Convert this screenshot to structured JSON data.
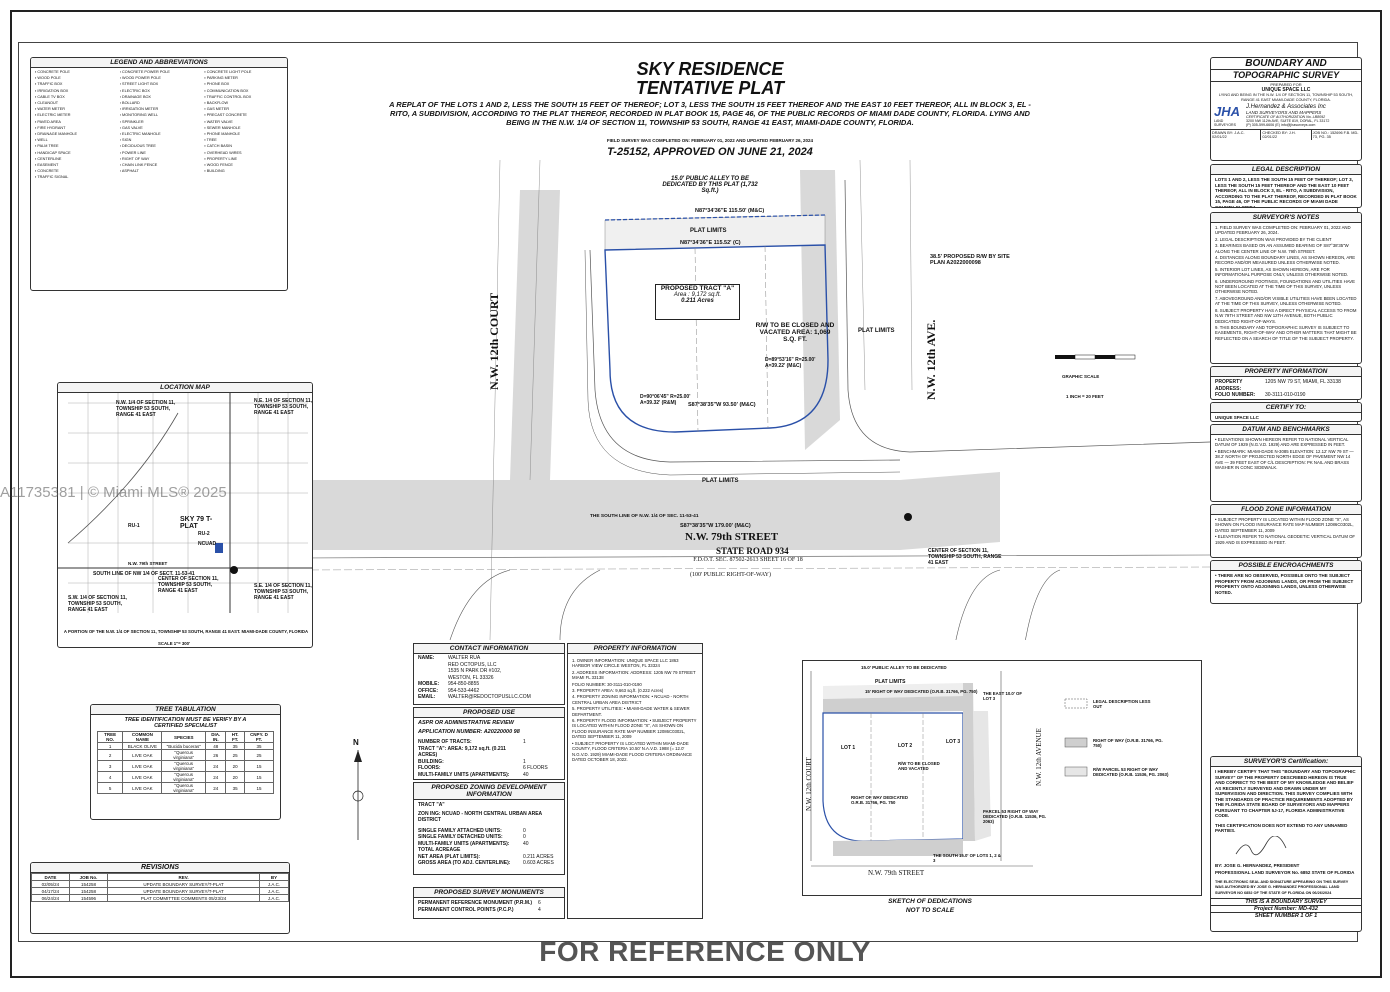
{
  "watermark": "A11735381 | © Miami MLS® 2025",
  "footer": "FOR REFERENCE ONLY",
  "title": {
    "main1": "SKY RESIDENCE",
    "main2": "TENTATIVE PLAT",
    "sub": "A REPLAT OF THE LOTS 1 AND 2, LESS THE SOUTH 15 FEET OF THEREOF; LOT 3, LESS THE SOUTH 15 FEET THEREOF AND THE EAST 10 FEET THEREOF, ALL IN BLOCK 3, EL - RITO, A SUBDIVISION, ACCORDING TO THE PLAT THEREOF, RECORDED IN PLAT BOOK 15, PAGE 46, OF THE PUBLIC RECORDS OF MIAMI DADE COUNTY, FLORIDA. LYING AND BEING IN THE N.W. 1/4 OF SECTION 11, TOWNSHIP 53 SOUTH, RANGE 41 EAST, MIAMI-DADE COUNTY, FLORIDA.",
    "survey_note": "FIELD SURVEY WAS COMPLETED ON: FEBRUARY 01, 2022 AND UPDATED FEBRUARY 26, 2024",
    "approval": "T-25152, APPROVED ON JUNE 21, 2024"
  },
  "legend": {
    "header": "LEGEND AND ABBREVIATIONS",
    "items": [
      "CONCRETE POLE",
      "CONCRETE POWER POLE",
      "CONCRETE LIGHT POLE",
      "WOOD POLE",
      "WOOD POWER POLE",
      "PARKING METER",
      "TRAFFIC BOX",
      "STREET LIGHT BOX",
      "PHONE BOX",
      "IRRIGATION BOX",
      "ELECTRIC BOX",
      "COMMUNICATION BOX",
      "CABLE TV BOX",
      "DRAINAGE BOX",
      "TRAFFIC CONTROL BOX",
      "CLEANOUT",
      "BOLLARD",
      "BACKFLOW",
      "WATER METER",
      "IRRIGATION METER",
      "GAS METER",
      "ELECTRIC METER",
      "MONITORING WELL",
      "PRECAST CONCRETE",
      "PAVED AREA",
      "SPRINKLER",
      "WATER VALVE",
      "FIRE HYDRANT",
      "GAS VALVE",
      "SEWER MANHOLE",
      "DRAINAGE MANHOLE",
      "ELECTRIC MANHOLE",
      "PHONE MANHOLE",
      "WELL",
      "SIGN",
      "TREE",
      "PALM TREE",
      "DECIDUOUS TREE",
      "CATCH BASIN",
      "HANDICAP SPACE",
      "POWER LINE",
      "OVERHEAD WIRES",
      "CENTERLINE",
      "RIGHT OF WAY",
      "PROPERTY LINE",
      "EASEMENT",
      "CHAIN LINK FENCE",
      "WOOD FENCE",
      "CONCRETE",
      "ASPHALT",
      "BUILDING",
      "TRAFFIC SIGNAL"
    ]
  },
  "location_map": {
    "header": "LOCATION MAP",
    "labels": {
      "site": "SKY 79 T-PLAT",
      "ne": "N.E. 1/4 OF SECTION 11, TOWNSHIP 53 SOUTH, RANGE 41 EAST",
      "nw": "N.W. 1/4 OF SECTION 11, TOWNSHIP 53 SOUTH, RANGE 41 EAST",
      "sw": "S.W. 1/4 OF SECTION 11, TOWNSHIP 53 SOUTH, RANGE 41 EAST",
      "se": "S.E. 1/4 OF SECTION 11, TOWNSHIP 53 SOUTH, RANGE 41 EAST",
      "center": "CENTER OF SECTION 11, TOWNSHIP 53 SOUTH, RANGE 41 EAST",
      "south_line": "SOUTH LINE OF NW 1/4 OF SECT. 11-53-41",
      "nw79": "N.W. 79th STREET",
      "nuad": "NCUAD",
      "ru1": "RU-1",
      "ru2": "RU-2"
    },
    "caption": "A PORTION OF THE N.W. 1/4 OF SECTION 11, TOWNSHIP 53 SOUTH, RANGE 41 EAST. MIAMI-DADE COUNTY, FLORIDA",
    "scale": "SCALE 1\"= 300'"
  },
  "tree_tab": {
    "header": "TREE TABULATION",
    "note": "TREE IDENTIFICATION MUST BE VERIFY BY A CERTIFIED SPECIALIST",
    "cols": [
      "TREE NO.",
      "COMMON NAME",
      "SPECIES",
      "DIA. IN.",
      "HT. FT.",
      "CNPY. D FT."
    ],
    "rows": [
      [
        "1",
        "BLACK OLIVE",
        "\"Bucida buceras\"",
        "48",
        "35",
        "35"
      ],
      [
        "2",
        "LIVE OAK",
        "\"Quercus virginiana\"",
        "26",
        "25",
        "25"
      ],
      [
        "3",
        "LIVE OAK",
        "\"Quercus virginiana\"",
        "24",
        "20",
        "15"
      ],
      [
        "4",
        "LIVE OAK",
        "\"Quercus virginiana\"",
        "24",
        "20",
        "15"
      ],
      [
        "5",
        "LIVE OAK",
        "\"Quercus virginiana\"",
        "24",
        "35",
        "15"
      ]
    ]
  },
  "revisions": {
    "header": "REVISIONS",
    "cols": [
      "DATE",
      "JOB No.",
      "REV.",
      "BY"
    ],
    "rows": [
      [
        "02/05/24",
        "154258",
        "UPDATE BOUNDARY SURVEY/T-PLAT",
        "J.A.C."
      ],
      [
        "04/17/24",
        "154258",
        "UPDATE BOUNDARY SURVEY/T-PLAT",
        "J.A.C."
      ],
      [
        "06/24/24",
        "154596",
        "PLAT COMMITTEE COMMENTS 05/23/24",
        "J.A.C."
      ]
    ]
  },
  "contact": {
    "header": "CONTACT INFORMATION",
    "rows": [
      [
        "NAME:",
        "WALTER RUA"
      ],
      [
        "",
        "RED OCTOPUS, LLC"
      ],
      [
        "",
        "1535 N PARK DR #102,"
      ],
      [
        "",
        "WESTON, FL 33326"
      ],
      [
        "MOBILE:",
        "954-850-8855"
      ],
      [
        "OFFICE:",
        "954-533-4462"
      ],
      [
        "EMAIL:",
        "WALTER@REDOCTOPUSLLC.COM"
      ]
    ]
  },
  "proposed_use": {
    "header": "PROPOSED USE",
    "lines": [
      "ASPR OR ADMINISTRATIVE REVIEW",
      "APPLICATION NUMBER: A20220000 98"
    ],
    "rows": [
      [
        "NUMBER OF TRACTS:",
        "1"
      ],
      [
        "TRACT \"A\": AREA: 9,172 sq.ft. (0.211 ACRES)",
        ""
      ],
      [
        "BUILDING:",
        "1"
      ],
      [
        "FLOORS:",
        "6 FLOORS"
      ],
      [
        "MULTI-FAMILY UNITS (APARTMENTS):",
        "40"
      ]
    ]
  },
  "zoning_dev": {
    "header": "PROPOSED ZONING DEVELOPMENT INFORMATION",
    "lines": [
      "TRACT \"A\"",
      "ZON ING: NCUAD - NORTH CENTRAL URBAN AREA DISTRICT"
    ],
    "rows": [
      [
        "SINGLE FAMILY ATTACHED UNITS:",
        "0"
      ],
      [
        "SINGLE FAMILY DETACHED UNITS:",
        "0"
      ],
      [
        "MULTI-FAMILY UNITS (APARTMENTS):",
        "40"
      ],
      [
        "TOTAL ACREAGE",
        ""
      ],
      [
        "NET AREA (PLAT LIMITS):",
        "0.211 ACRES"
      ],
      [
        "GROSS AREA (TO ADJ. CENTERLINE):",
        "0.603 ACRES"
      ]
    ]
  },
  "monuments": {
    "header": "PROPOSED SURVEY MONUMENTS",
    "rows": [
      [
        "PERMANENT REFERENCE MONUMENT (P.R.M.)",
        "6"
      ],
      [
        "PERMANENT CONTROL POINTS (P.C.P.)",
        "4"
      ]
    ]
  },
  "property_info": {
    "header": "PROPERTY INFORMATION",
    "items": [
      "1. OWNER INFORMATION: UNIQUE SPACE LLC 1863 HARBOR VIEW CIRCLE WESTON, FL 33324",
      "2. ADDRESS INFORMATION: ADDRESS: 1205 NW 79 STREET MIAMI FL 33138",
      "FOLIO NUMBER: 30-3111-010-0190",
      "3. PROPERTY AREA: 9,663 sq.ft. (0.222 Acres)",
      "4. PROPERTY ZONING INFORMATION: • NCUAD - NORTH CENTRAL URBAN AREA DISTRICT",
      "5. PROPERTY UTILITIES: • MIAMI-DADE WATER & SEWER DEPARTMENT.",
      "6. PROPERTY FLOOD INFORMATION: • SUBJECT PROPERTY IS LOCATED WITHIN FLOOD ZONE \"X\", AS SHOWN ON FLOOD INSURANCE RATE MAP NUMBER 12086C0302L, DATED SEPTEMBER 11, 2009",
      "• SUBJECT PROPERTY IS LOCATED WITHIN MIAMI-DADE COUNTY, FLOOD CRITERIA 10.50' N.A.V.D. 1988 (= 12.0' N.G.V.D. 1929) MIAMI-DADE FLOOD CRITERIA ORDINANCE DATED OCTOBER 18, 2022."
    ]
  },
  "title_block": {
    "title1": "BOUNDARY AND",
    "title2": "TOPOGRAPHIC SURVEY",
    "prepared_for": "PREPARED FOR",
    "client": "UNIQUE SPACE LLC",
    "lying": "LYING AND BEING IN THE N.W. 1/4 OF SECTION 11, TOWNSHIP 53 SOUTH, RANGE 41 EAST MIAMI-DADE COUNTY, FLORIDA.",
    "logo": "JHA",
    "logo_sub": "LAND SURVEYORS",
    "firm": "J.Hernandez & Associates Inc",
    "firm_sub": "LAND SURVEYORS AND MAPPERS",
    "auth": "CERTIFICATE OF AUTHORIZATION No. LB8092",
    "addr": "3200 NW 112th AVE, SUITE 819, DORAL, FL 33172",
    "phone": "(P) 305-599-6606 (E) info@jhasurveys.com",
    "drawn": "DRAWN BY: J.A.C. 02/01/22",
    "checked": "CHECKED BY: J.H. 02/01/22",
    "job": "JOB NO.: 152696 F.B. MD-73, PG. 35"
  },
  "legal_desc": {
    "header": "LEGAL DESCRIPTION",
    "text": "LOTS 1 AND 2, LESS THE SOUTH 15 FEET OF THEREOF; LOT 3, LESS THE SOUTH 15 FEET THEREOF AND THE EAST 10 FEET THEREOF, ALL IN BLOCK 3, EL - RITO, A SUBDIVISION, ACCORDING TO THE PLAT THEREOF, RECORDED IN PLAT BOOK 15, PAGE 46, OF THE PUBLIC RECORDS OF MIAMI DADE COUNTY, FLORIDA."
  },
  "notes": {
    "header": "SURVEYOR'S NOTES",
    "items": [
      "1. FIELD SURVEY WAS COMPLETED ON: FEBRUARY 01, 2022 AND UPDATED FEBRUARY 26, 2024.",
      "2. LEGAL DESCRIPTION WAS PROVIDED BY THE CLIENT",
      "3. BEARINGS BASED ON AN ASSUMED BEARING OF S87°38'35\"W ALONG THE CENTER LINE OF N.W. 79th STREET.",
      "4. DISTANCES ALONG BOUNDARY LINES, AS SHOWN HEREON, ARE RECORD AND/OR MEASURED UNLESS OTHERWISE NOTED.",
      "5. INTERIOR LOT LINES, AS SHOWN HEREON, ARE FOR INFORMATIONAL PURPOSE ONLY, UNLESS OTHERWISE NOTED.",
      "6. UNDERGROUND FOOTINGS, FOUNDATIONS AND UTILITIES HAVE NOT BEEN LOCATED AT THE TIME OF THIS SURVEY, UNLESS OTHERWISE NOTED.",
      "7. ABOVEGROUND AND/OR VISIBLE UTILITIES HAVE BEEN LOCATED AT THE TIME OF THIS SURVEY, UNLESS OTHERWISE NOTED.",
      "8. SUBJECT PROPERTY HAS A DIRECT PHYSICAL ACCESS TO FROM N.W 79TH STREET AND NW 12TH AVENUE, BOTH PUBLIC DEDICATED RIGHT-OF-WAYS.",
      "9. THIS BOUNDARY AND TOPOGRAPHIC SURVEY IS SUBJECT TO EASEMENTS, RIGHT-OF-WAY AND OTHER MATTERS THAT MIGHT BE REFLECTED ON A SEARCH OF TITLE OF THE SUBJECT PROPERTY."
    ]
  },
  "prop_info2": {
    "header": "PROPERTY INFORMATION",
    "rows": [
      [
        "PROPERTY ADDRESS:",
        "1205 NW 79 ST, MIAMI, FL 33138"
      ],
      [
        "FOLIO NUMBER:",
        "30-3111-010-0190"
      ]
    ]
  },
  "certify": {
    "header": "CERTIFY TO:",
    "text": "UNIQUE SPACE LLC"
  },
  "datum": {
    "header": "DATUM AND BENCHMARKS",
    "items": [
      "• ELEVATIONS SHOWN HEREON REFER TO NATIONAL VERTICAL DATUM OF 1929 (N.G.V.D. 1929) AND ARE EXPRESSED IN FEET.",
      "• BENCHMARK: MIAMI-DADE N-3085 ELEVATION: 12.12' NW 79 ST — 38.2' NORTH OF PROJECTED NORTH EDGE OF PAVEMENT NW 14 AVE — 39 FEET EAST OF C/L DESCRIPTION: PK NAIL AND BRASS WASHER IN CONC SIDEWALK."
    ]
  },
  "flood": {
    "header": "FLOOD ZONE INFORMATION",
    "items": [
      "• SUBJECT PROPERTY IS LOCATED WITHIN FLOOD ZONE \"X\", AS SHOWN ON FLOOD INSURANCE RATE MAP NUMBER 12086C0302L, DATED SEPTEMBER 11, 2009",
      "• ELEVATION REFER TO NATIONAL GEODETIC VERTICAL DATUM OF 1929 AND IS EXPRESSED IN FEET."
    ]
  },
  "encroach": {
    "header": "POSSIBLE ENCROACHMENTS",
    "text": "• THERE ARE NO OBSERVED, POSSIBLE ONTO THE SUBJECT PROPERTY FROM ADJOINING LANDS, OR FROM THE SUBJECT PROPERTY ONTO ADJOINING LANDS, UNLESS OTHERWISE NOTED."
  },
  "cert": {
    "header": "SURVEYOR'S Certification:",
    "text": "I HEREBY CERTIFY THAT THIS \"BOUNDARY AND TOPOGRAPHIC SURVEY\" OF THE PROPERTY DESCRIBED HEREON IS TRUE AND CORRECT TO THE BEST OF MY KNOWLEDGE AND BELIEF AS RECENTLY SURVEYED AND DRAWN UNDER MY SUPERVISION AND DIRECTION. THIS SURVEY COMPLIES WITH THE STANDARDS OF PRACTICE REQUIREMENTS ADOPTED BY THE FLORIDA STATE BOARD OF SURVEYORS AND MAPPERS PURSUANT TO CHAPTER 5J-17, FLORIDA ADMINISTRATIVE CODE.",
    "text2": "THIS CERTIFICATION DOES NOT EXTEND TO ANY UNNAMED PARTIES.",
    "by": "BY: JOSE G. HERNANDEZ, PRESIDENT",
    "license": "PROFESSIONAL LAND SURVEYOR No. 6852 STATE OF FLORIDA",
    "seal": "THE ELECTRONIC SEAL AND SIGNATURE APPEARING ON THIS SURVEY WAS AUTHORIZED BY JOSE G. HERNANDEZ PROFESSIONAL LAND SURVEYOR NO 6852 OF THE STATE OF FLORIDA ON 06/26/2024",
    "boundary": "THIS IS A BOUNDARY SURVEY",
    "project": "Project Number: MD-432",
    "sheet": "SHEET NUMBER 1 OF 1"
  },
  "sketch": {
    "caption1": "SKETCH OF DEDICATIONS",
    "caption2": "NOT TO SCALE",
    "labels": [
      "15.0' PUBLIC ALLEY TO BE DEDICATED",
      "PLAT LIMITS",
      "15' RIGHT OF WAY DEDICATED (O.R.B. 31766, PG. 750)",
      "LOT 1",
      "LOT 2",
      "LOT 3",
      "R/W TO BE CLOSED AND VACATED",
      "RIGHT OF WAY DEDICATED O.R.B. 31766, PG. 750",
      "PARCEL 53 RIGHT OF WAY DEDICATED (O.R.B. 11536, PG. 2063)",
      "N.W. 12th COURT",
      "N.W. 12th AVENUE",
      "N.W. 79th STREET",
      "THE EAST 10.0' OF LOT 3",
      "THE SOUTH 15.0' OF LOTS 1, 2 & 3"
    ],
    "legend": [
      "LEGAL DESCRIPTION LESS OUT",
      "RIGHT OF WAY (O.R.B. 31766, PG. 750)",
      "R/W PARCEL 53 RIGHT OF WAY DEDICATED (O.R.B. 11536, PG. 2063)"
    ]
  },
  "plan": {
    "alley": "15.0' PUBLIC ALLEY TO BE DEDICATED BY THIS PLAT (1,732 Sq.ft.)",
    "tract": "PROPOSED TRACT \"A\"",
    "tract_area": "Area : 9,172 sq.ft.",
    "tract_acres": "0.211 Acres",
    "rw_closed": "R/W TO BE CLOSED AND VACATED AREA: 1,069 S.Q. FT.",
    "plat_limits": "PLAT LIMITS",
    "nw12ct": "N.W. 12th COURT",
    "nw12ave": "N.W. 12th AVE.",
    "nw79": "N.W. 79th STREET",
    "sr934": "STATE ROAD 934",
    "fdot": "F.D.O.T. SEC. 87502-2613 SHEET 16 OF 18",
    "row100": "(100' PUBLIC RIGHT-OF-WAY)",
    "brg_n1": "N87°34'36\"E 115.52' (C)",
    "brg_n2": "N87°34'36\"E 115.50' (M&C)",
    "brg_s1": "S87°38'35\"W 93.50' (M&C)",
    "brg_s2": "S87°38'35\"W 179.00' (M&C)",
    "proposed_rw": "38.5' PROPOSED R/W BY SITE PLAN A2022000098",
    "graphic_scale": "GRAPHIC SCALE",
    "scale_note": "1 INCH = 20 FEET",
    "north": "N",
    "center11": "CENTER OF SECTION 11, TOWNSHIP 53 SOUTH, RANGE 41 EAST",
    "south_line": "THE SOUTH LINE OF N.W. 1/4 OF SEC. 11-53-41",
    "curve1": "D=90°06'45\" R=25.00' A=39.32' (R&M)",
    "curve2": "D=89°53'16\" R=25.00' A=39.22' (M&C)"
  }
}
